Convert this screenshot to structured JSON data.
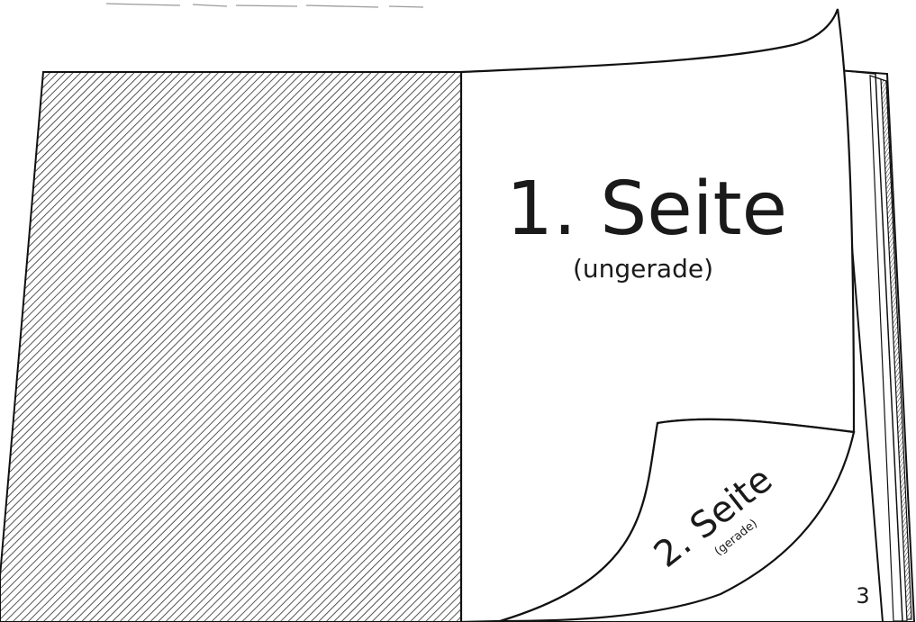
{
  "book": {
    "page1_title": "1. Seite",
    "page1_subtitle": "(ungerade)",
    "page2_title": "2. Seite",
    "page2_subtitle": "(gerade)",
    "page_number": "3"
  }
}
